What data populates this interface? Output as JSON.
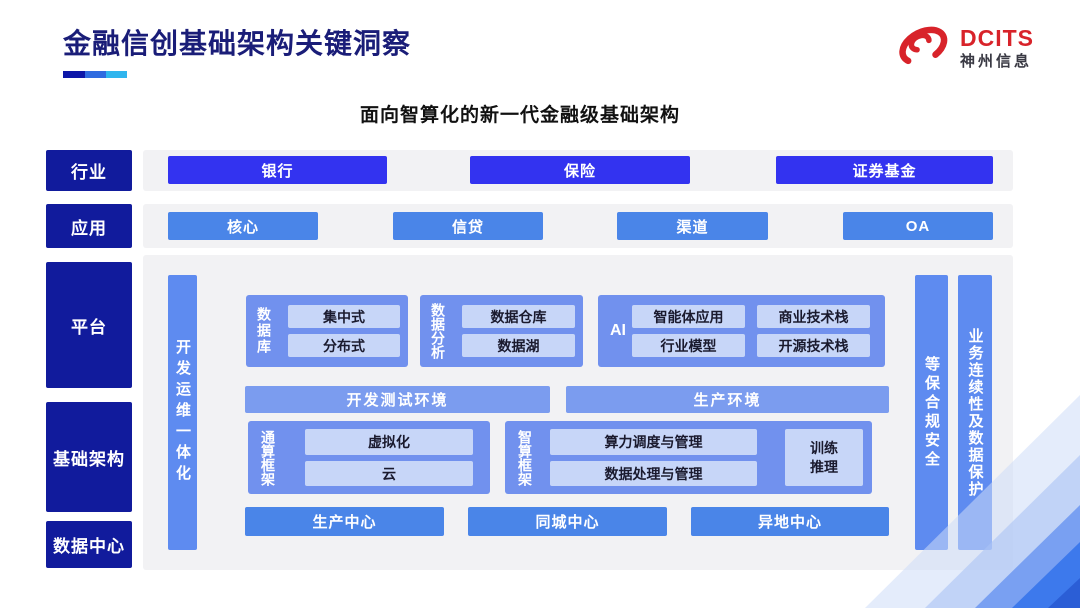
{
  "page": {
    "title": "金融信创基础架构关键洞察",
    "subtitle": "面向智算化的新一代金融级基础架构"
  },
  "logo": {
    "brand": "DCITS",
    "company": "神州信息",
    "icon": "swirl-icon",
    "brand_color": "#D8232A"
  },
  "accent_underline": [
    "#0D17A8",
    "#2F6BE0",
    "#2FB5EE"
  ],
  "layers": {
    "industry": {
      "label": "行业",
      "items": [
        "银行",
        "保险",
        "证券基金"
      ]
    },
    "application": {
      "label": "应用",
      "items": [
        "核心",
        "信贷",
        "渠道",
        "OA"
      ]
    },
    "platform": {
      "label": "平台",
      "groups": [
        {
          "label": "数据库",
          "items": [
            "集中式",
            "分布式"
          ]
        },
        {
          "label": "数据分析",
          "items": [
            "数据仓库",
            "数据湖"
          ]
        },
        {
          "label": "AI",
          "items": [
            "智能体应用",
            "商业技术栈",
            "行业模型",
            "开源技术栈"
          ]
        }
      ],
      "environments": [
        "开发测试环境",
        "生产环境"
      ]
    },
    "infrastructure": {
      "label": "基础架构",
      "groups": [
        {
          "label": "通算框架",
          "items": [
            "虚拟化",
            "云"
          ]
        },
        {
          "label": "智算框架",
          "items": [
            "算力调度与管理",
            "数据处理与管理"
          ],
          "side": "训练\n推理"
        }
      ]
    },
    "datacenter": {
      "label": "数据中心",
      "items": [
        "生产中心",
        "同城中心",
        "异地中心"
      ]
    }
  },
  "side_bars": {
    "left": "开发运维一体化",
    "right": [
      "等保合规安全",
      "业务连续性及数据保护"
    ]
  },
  "colors": {
    "navy_label": "#111B9C",
    "vivid_blue": "#3333F0",
    "strong_blue": "#4A85E8",
    "bar_blue": "#5E8BF0",
    "group_blue": "#7191EE",
    "env_blue": "#7B9CEF",
    "light_box": "#C7D6F8",
    "strip_gray": "#F2F2F4",
    "title_navy": "#1A1D78",
    "brand_red": "#D8232A"
  }
}
